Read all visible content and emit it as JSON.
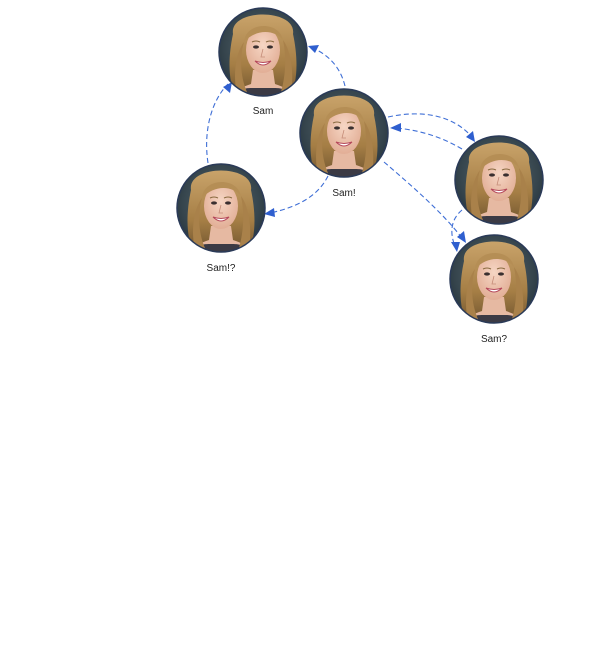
{
  "colors": {
    "edge": "#3f6fd6",
    "arrowhead": "#2f5fcf",
    "node_ring": "#2a3a58",
    "label": "#222222"
  },
  "nodes": [
    {
      "id": "sam",
      "label": "Sam",
      "avatar": "person-photo-icon"
    },
    {
      "id": "sam-exclaim",
      "label": "Sam!",
      "avatar": "person-photo-icon"
    },
    {
      "id": "sam-exclaim-question",
      "label": "Sam!?",
      "avatar": "person-photo-icon"
    },
    {
      "id": "sam-hidden",
      "label": "",
      "avatar": "person-photo-icon"
    },
    {
      "id": "sam-question",
      "label": "Sam?",
      "avatar": "person-photo-icon"
    }
  ],
  "edges": [
    {
      "from": "sam-exclaim",
      "to": "sam"
    },
    {
      "from": "sam-exclaim-question",
      "to": "sam"
    },
    {
      "from": "sam-exclaim",
      "to": "sam-exclaim-question"
    },
    {
      "from": "sam-exclaim",
      "to": "sam-hidden"
    },
    {
      "from": "sam-hidden",
      "to": "sam-exclaim"
    },
    {
      "from": "sam-exclaim",
      "to": "sam-question"
    },
    {
      "from": "sam-hidden",
      "to": "sam-question"
    }
  ]
}
